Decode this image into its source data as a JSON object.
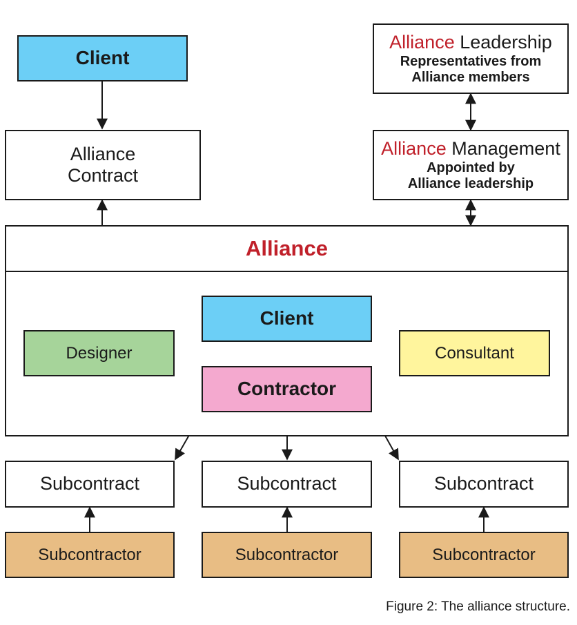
{
  "colors": {
    "client": "#6ccff6",
    "designer": "#a6d49a",
    "consultant": "#fff59d",
    "contractor": "#f4a9cf",
    "subcontractor": "#e8bd84",
    "accent_red": "#c0202a"
  },
  "top_client": {
    "label": "Client"
  },
  "alliance_contract": {
    "line1": "Alliance",
    "line2": "Contract"
  },
  "alliance_leadership": {
    "title_red": "Alliance",
    "title_rest": " Leadership",
    "line1": "Representatives from",
    "line2": "Alliance members"
  },
  "alliance_management": {
    "title_red": "Alliance",
    "title_rest": " Management",
    "line1": "Appointed by",
    "line2": "Alliance leadership"
  },
  "alliance": {
    "title": "Alliance",
    "members": {
      "client": "Client",
      "designer": "Designer",
      "consultant": "Consultant",
      "contractor": "Contractor"
    }
  },
  "subcontracts": [
    "Subcontract",
    "Subcontract",
    "Subcontract"
  ],
  "subcontractors": [
    "Subcontractor",
    "Subcontractor",
    "Subcontractor"
  ],
  "caption": "Figure 2: The alliance structure."
}
